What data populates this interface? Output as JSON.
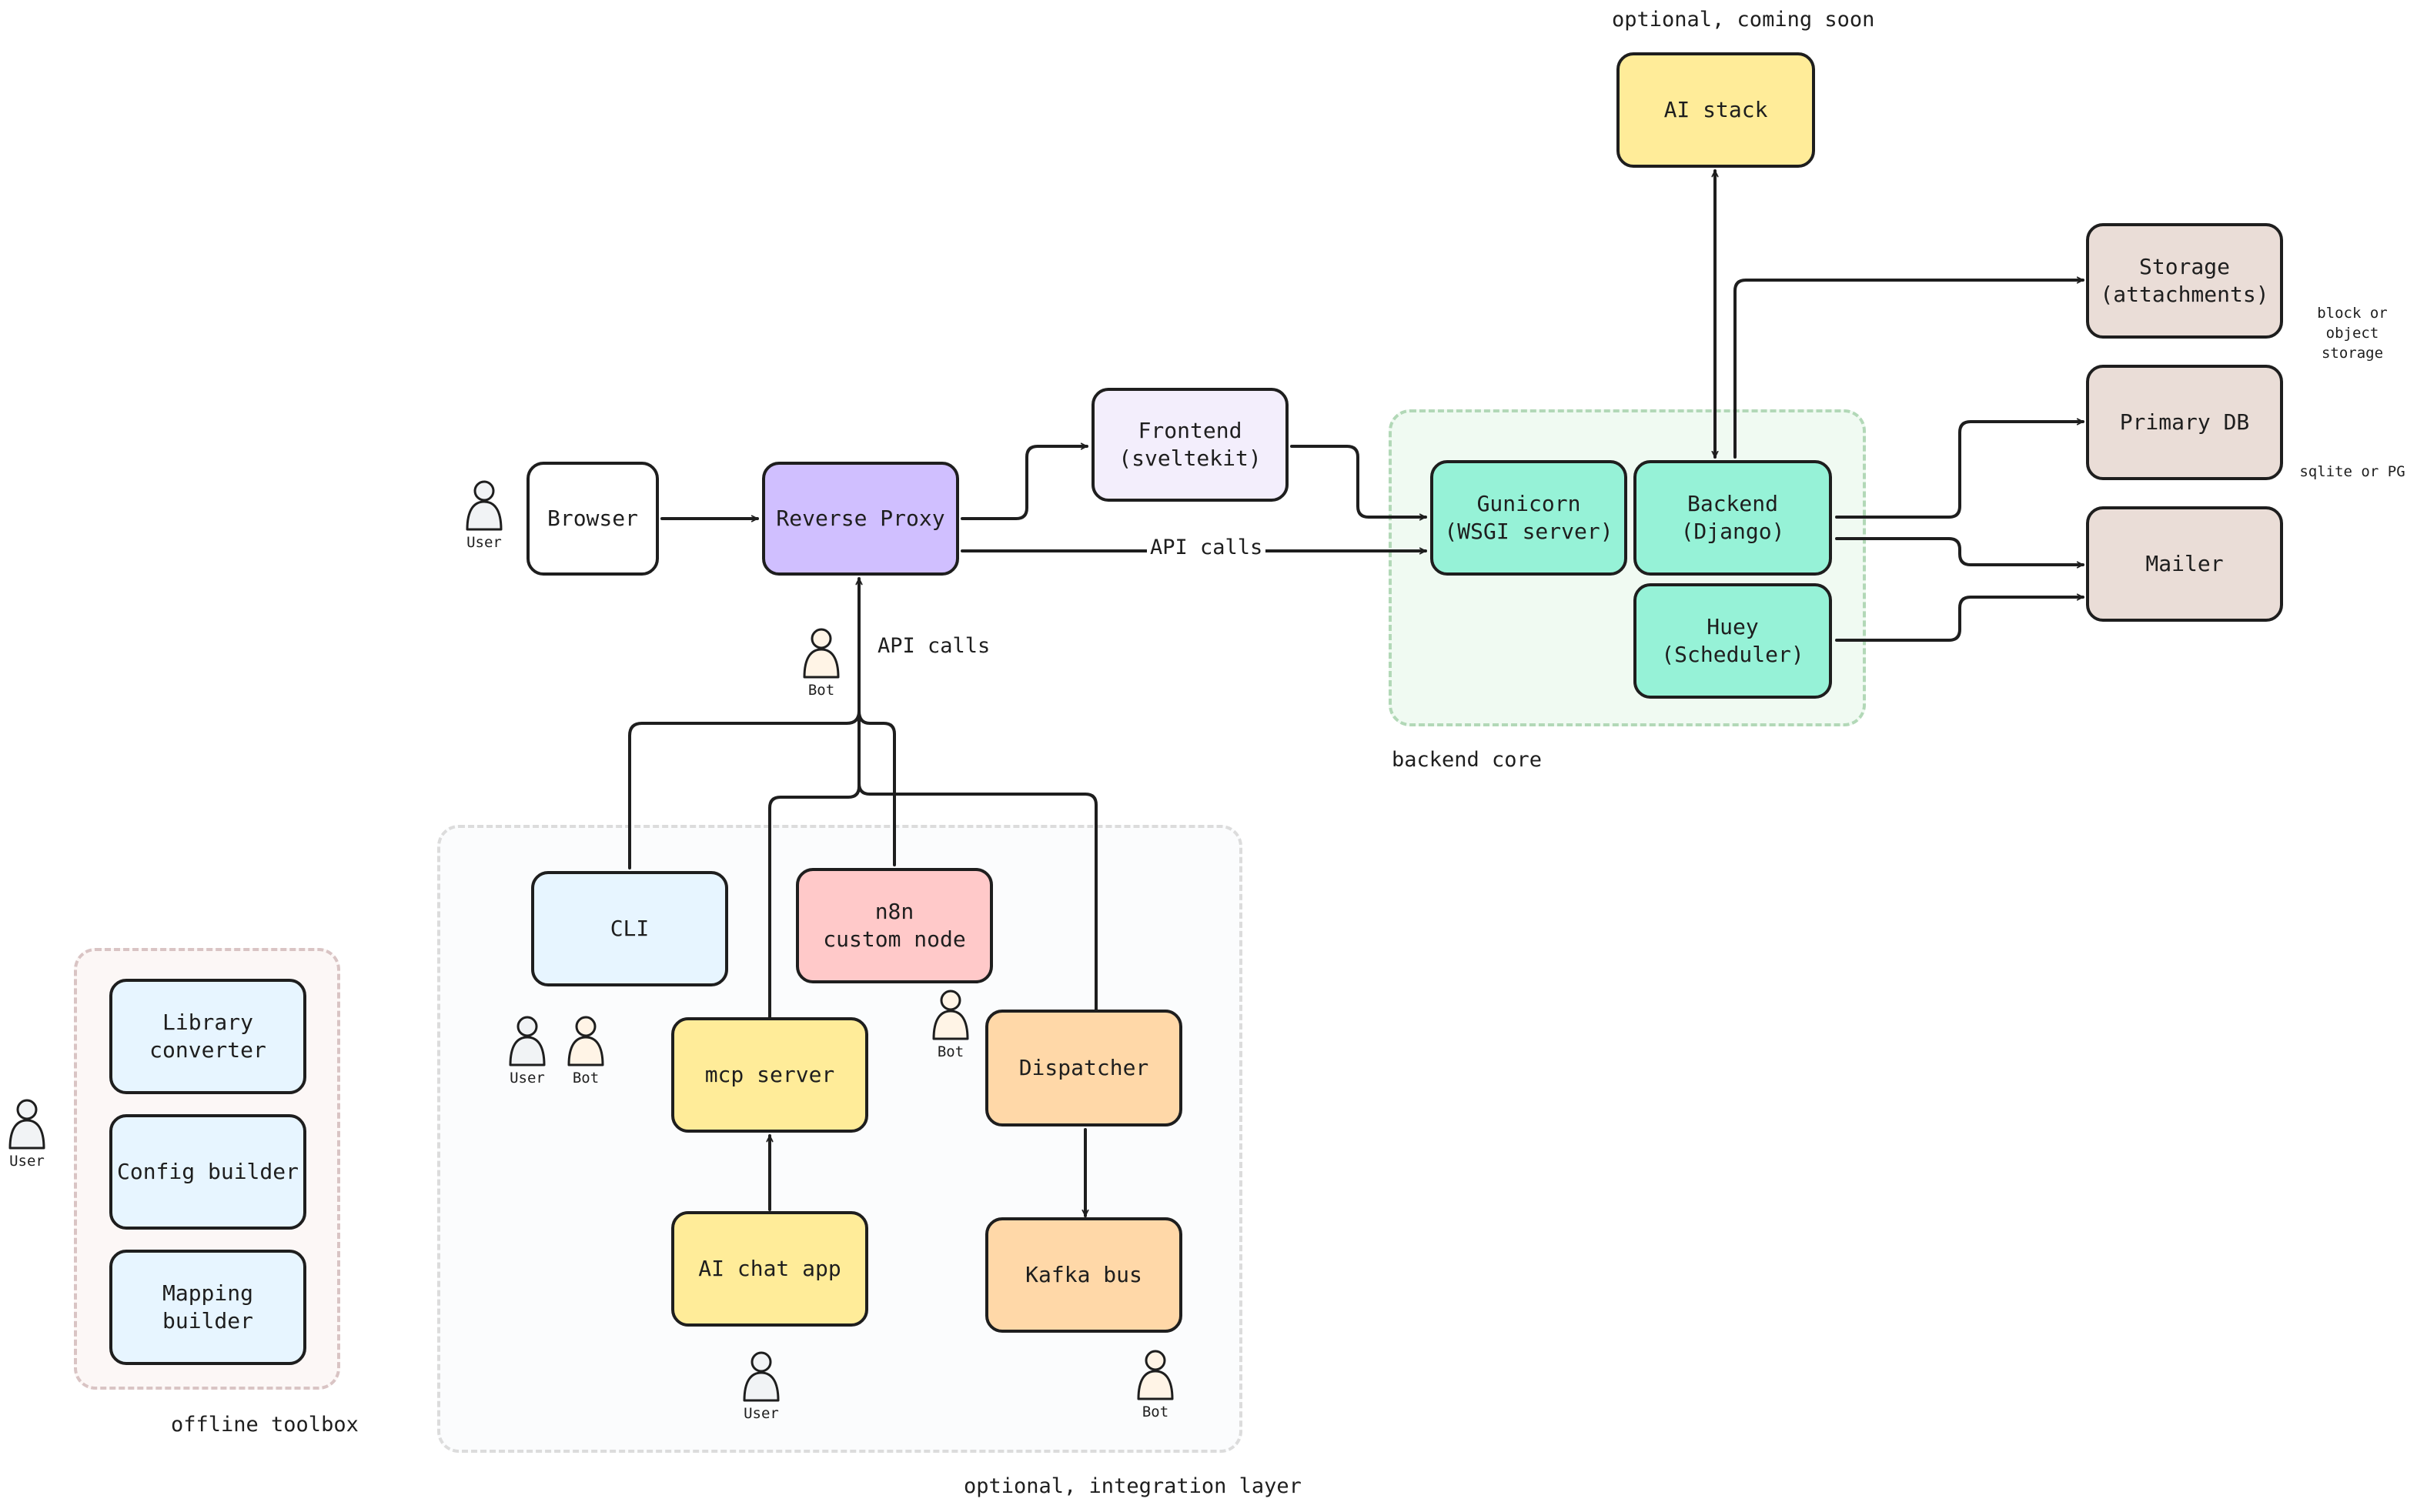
{
  "groups": {
    "backend_core": "backend core",
    "integration_layer": "optional, integration layer",
    "offline_toolbox": "offline toolbox",
    "ai_optional": "optional, coming soon"
  },
  "nodes": {
    "browser": "Browser",
    "reverse_proxy": "Reverse Proxy",
    "frontend": "Frontend\n(sveltekit)",
    "gunicorn": "Gunicorn\n(WSGI server)",
    "backend": "Backend\n(Django)",
    "huey": "Huey\n(Scheduler)",
    "ai_stack": "AI stack",
    "storage": "Storage\n(attachments)",
    "primary_db": "Primary DB",
    "mailer": "Mailer",
    "cli": "CLI",
    "n8n": "n8n\ncustom node",
    "mcp_server": "mcp server",
    "dispatcher": "Dispatcher",
    "ai_chat_app": "AI chat app",
    "kafka_bus": "Kafka bus",
    "library_converter": "Library converter",
    "config_builder": "Config builder",
    "mapping_builder": "Mapping builder"
  },
  "edge_labels": {
    "proxy_to_gunicorn": "API calls",
    "clients_to_proxy": "API calls"
  },
  "notes": {
    "storage": "block or\nobject storage",
    "primary_db": "sqlite or PG"
  },
  "actors": {
    "browser_user": "User",
    "proxy_bot": "Bot",
    "cli_user": "User",
    "cli_bot": "Bot",
    "n8n_bot": "Bot",
    "chat_user": "User",
    "kafka_bot": "Bot",
    "toolbox_user": "User"
  },
  "colors": {
    "stroke": "#1e1e1e",
    "proxy": "#d0bfff",
    "frontend": "#f3eefc",
    "backend": "#96f2d7",
    "ai": "#ffec99",
    "infra": "#eaddd7",
    "client": "#e7f5ff",
    "n8n": "#ffc9c9",
    "dispatcher": "#ffd8a8",
    "backend_group": "#ebfbee",
    "integration_group": "#f8f9fa",
    "toolbox_group": "#f8f1ee"
  }
}
